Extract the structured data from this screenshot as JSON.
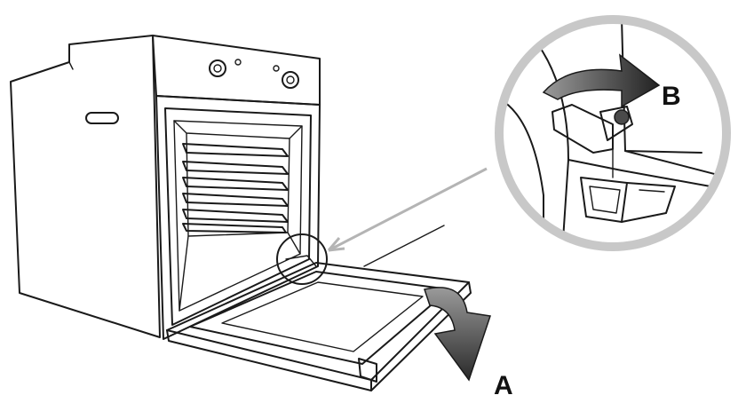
{
  "labels": {
    "door_arrow": "A",
    "hinge_arrow": "B"
  },
  "colors": {
    "line": "#1a1a1a",
    "magnifier_ring": "#c8c8c8",
    "callout_line": "#b4b4b4",
    "arrow_dark": "#333333",
    "arrow_light": "#888888"
  },
  "icons": {
    "oven": "oven-drawing",
    "hinge": "hinge-lever-drawing",
    "arrow_a": "curved-arrow-down",
    "arrow_b": "curved-arrow-right"
  }
}
